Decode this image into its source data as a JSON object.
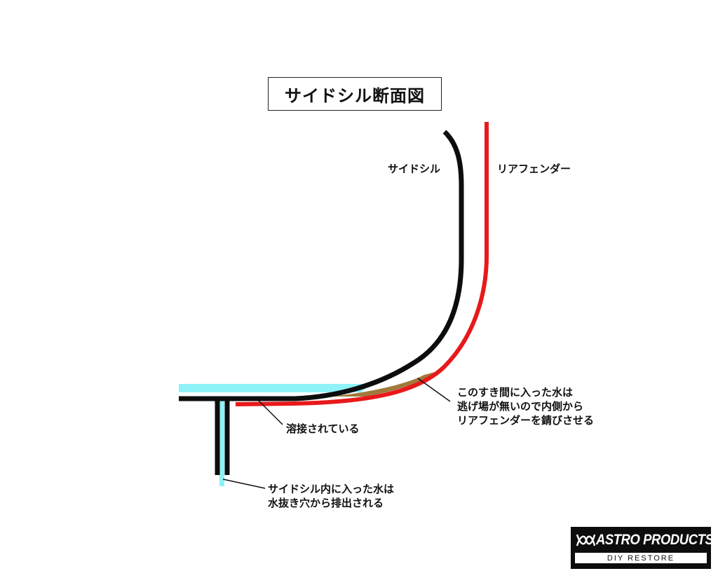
{
  "title": "サイドシル断面図",
  "labels": {
    "side_sill": "サイドシル",
    "rear_fender": "リアフェンダー",
    "welded": "溶接されている",
    "gap_water": [
      "このすき間に入った水は",
      "逃げ場が無いので内側から",
      "リアフェンダーを錆びさせる"
    ],
    "drain_water": [
      "サイドシル内に入った水は",
      "水抜き穴から排出される"
    ]
  },
  "logo": {
    "name": "ASTRO PRODUCTS",
    "subtitle": "DIY RESTORE"
  },
  "colors": {
    "side_sill_line": "#0d0d0d",
    "rear_fender_line": "#e8191b",
    "inner_water": "#8ef2f7",
    "trapped_rust_water": "#a07a3c",
    "leader_line": "#111111",
    "logo_background": "#0d0d0d"
  }
}
